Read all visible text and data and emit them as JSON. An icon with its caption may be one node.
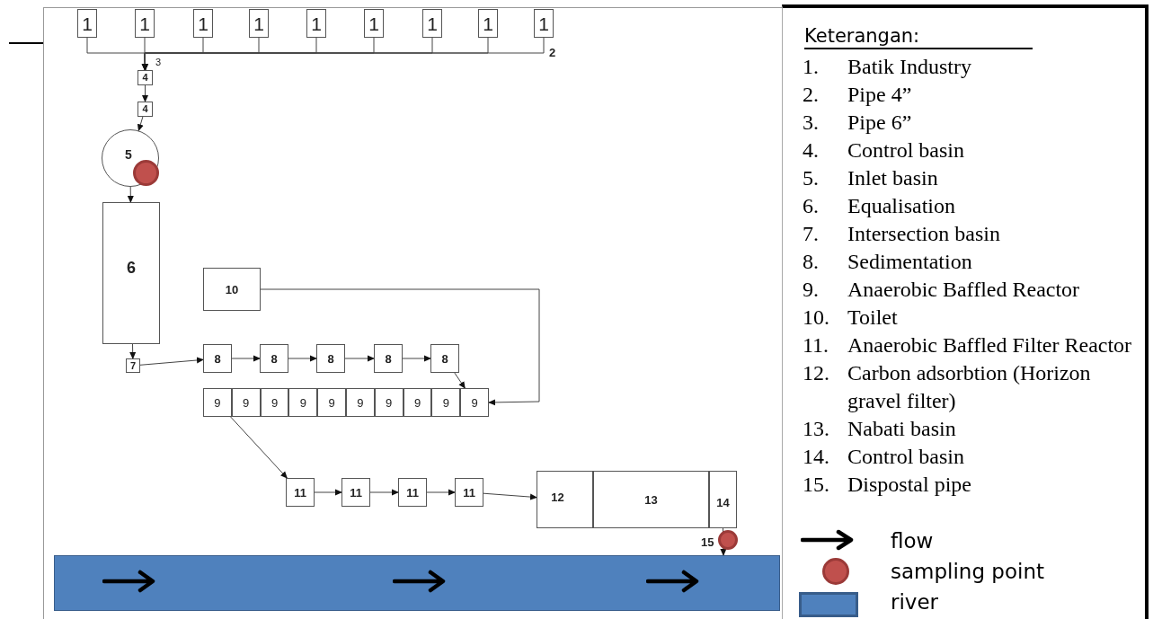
{
  "diagram": {
    "nodes": [
      {
        "text": [
          "1"
        ]
      },
      {
        "text": [
          "1"
        ]
      },
      {
        "text": [
          "1"
        ]
      },
      {
        "text": [
          "1"
        ]
      },
      {
        "text": [
          "1"
        ]
      },
      {
        "text": [
          "1"
        ]
      },
      {
        "text": [
          "1"
        ]
      },
      {
        "text": [
          "1"
        ]
      },
      {
        "text": [
          "1"
        ]
      },
      {
        "text": [
          "4"
        ]
      },
      {
        "text": [
          "4"
        ]
      },
      {
        "text": [
          "5"
        ]
      },
      {
        "text": [
          "6"
        ]
      },
      {
        "text": [
          "7"
        ]
      },
      {
        "text": [
          "10"
        ]
      },
      {
        "text": [
          "8"
        ]
      },
      {
        "text": [
          "8"
        ]
      },
      {
        "text": [
          "8"
        ]
      },
      {
        "text": [
          "8"
        ]
      },
      {
        "text": [
          "8"
        ]
      },
      {
        "text": [
          "9"
        ]
      },
      {
        "text": [
          "9"
        ]
      },
      {
        "text": [
          "9"
        ]
      },
      {
        "text": [
          "9"
        ]
      },
      {
        "text": [
          "9"
        ]
      },
      {
        "text": [
          "9"
        ]
      },
      {
        "text": [
          "9"
        ]
      },
      {
        "text": [
          "9"
        ]
      },
      {
        "text": [
          "9"
        ]
      },
      {
        "text": [
          "9"
        ]
      },
      {
        "text": [
          "11"
        ]
      },
      {
        "text": [
          "11"
        ]
      },
      {
        "text": [
          "11"
        ]
      },
      {
        "text": [
          "11"
        ]
      },
      {
        "text": [
          "12"
        ]
      },
      {
        "text": [
          "13"
        ]
      },
      {
        "text": [
          "14"
        ]
      },
      {
        "text": [],
        "shape": "bar"
      }
    ],
    "edges": [
      {
        "from": 0,
        "to": 9,
        "arrow": "to"
      },
      {
        "from": 1,
        "to": 9,
        "arrow": "to"
      },
      {
        "from": 2,
        "to": 9,
        "arrow": "to"
      },
      {
        "from": 3,
        "to": 9,
        "arrow": "to"
      },
      {
        "from": 4,
        "to": 9,
        "arrow": "to"
      },
      {
        "from": 5,
        "to": 9,
        "arrow": "to"
      },
      {
        "from": 6,
        "to": 9,
        "arrow": "to"
      },
      {
        "from": 7,
        "to": 9,
        "arrow": "to"
      },
      {
        "from": 8,
        "to": 9,
        "arrow": "to"
      },
      {
        "from": 9,
        "to": 10,
        "arrow": "to"
      },
      {
        "from": 10,
        "to": 11,
        "arrow": "to"
      },
      {
        "from": 11,
        "to": 12,
        "arrow": "to"
      },
      {
        "from": 12,
        "to": 13,
        "arrow": "to"
      },
      {
        "from": 13,
        "to": 15,
        "arrow": "to"
      },
      {
        "from": 15,
        "to": 16,
        "arrow": "to"
      },
      {
        "from": 16,
        "to": 17,
        "arrow": "to"
      },
      {
        "from": 17,
        "to": 18,
        "arrow": "to"
      },
      {
        "from": 18,
        "to": 19,
        "arrow": "to"
      },
      {
        "from": 19,
        "to": 29,
        "arrow": "to"
      },
      {
        "from": 14,
        "to": 29,
        "arrow": "to"
      },
      {
        "from": 20,
        "to": 30,
        "arrow": "to"
      },
      {
        "from": 30,
        "to": 31,
        "arrow": "to"
      },
      {
        "from": 31,
        "to": 32,
        "arrow": "to"
      },
      {
        "from": 32,
        "to": 33,
        "arrow": "to"
      },
      {
        "from": 33,
        "to": 34,
        "arrow": "to"
      },
      {
        "from": 36,
        "to": 37,
        "arrow": "to"
      }
    ],
    "labels": [
      "2",
      "3",
      "15",
      "Keterangan:",
      "1. Batik Industry",
      "2. Pipe 4”",
      "3. Pipe 6”",
      "4. Control basin",
      "5. Inlet basin",
      "6. Equalisation",
      "7. Intersection basin",
      "8. Sedimentation",
      "9. Anaerobic Baffled Reactor",
      "10. Toilet",
      "11. Anaerobic Baffled Filter Reactor",
      "12. Carbon adsorbtion (Horizon gravel filter)",
      "13. Nabati basin",
      "14. Control basin",
      "15. Dispostal pipe"
    ],
    "legend": [
      {
        "text": "flow"
      },
      {
        "text": "sampling point",
        "color": "#c0504d"
      },
      {
        "text": "river",
        "color": "#4f81bd"
      }
    ]
  }
}
